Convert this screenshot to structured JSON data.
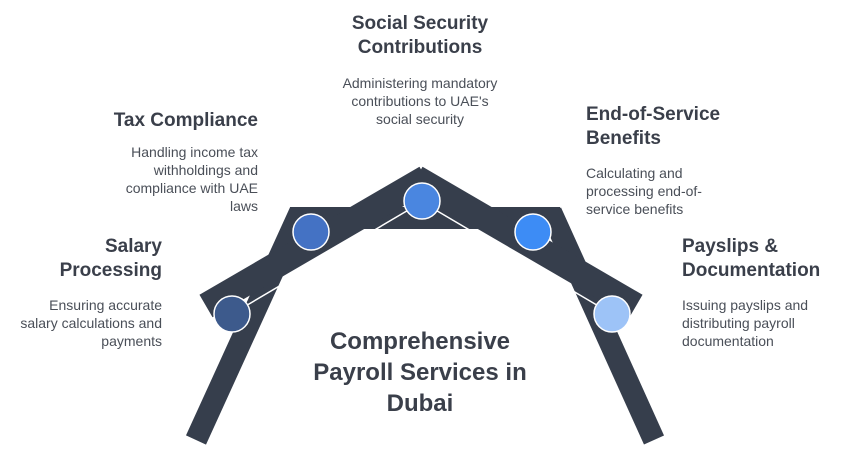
{
  "title": [
    "Comprehensive",
    "Payroll Services in",
    "Dubai"
  ],
  "steps": [
    {
      "heading": [
        "Salary",
        "Processing"
      ],
      "description": [
        "Ensuring accurate",
        "salary calculations and",
        "payments"
      ],
      "color": "#3d5a8c"
    },
    {
      "heading": [
        "Tax Compliance"
      ],
      "description": [
        "Handling income tax",
        "withholdings and",
        "compliance with UAE",
        "laws"
      ],
      "color": "#4472c4"
    },
    {
      "heading": [
        "Social Security",
        "Contributions"
      ],
      "description": [
        "Administering mandatory",
        "contributions to UAE's",
        "social security"
      ],
      "color": "#4a86e0"
    },
    {
      "heading": [
        "End-of-Service",
        "Benefits"
      ],
      "description": [
        "Calculating and",
        "processing end-of-",
        "service benefits"
      ],
      "color": "#3d8cf5"
    },
    {
      "heading": [
        "Payslips &",
        "Documentation"
      ],
      "description": [
        "Issuing payslips and",
        "distributing payroll",
        "documentation"
      ],
      "color": "#9dc3f7"
    }
  ],
  "colors": {
    "structure": "#363e4c",
    "rail": "#ffffff",
    "text": "#3a3f4a"
  }
}
